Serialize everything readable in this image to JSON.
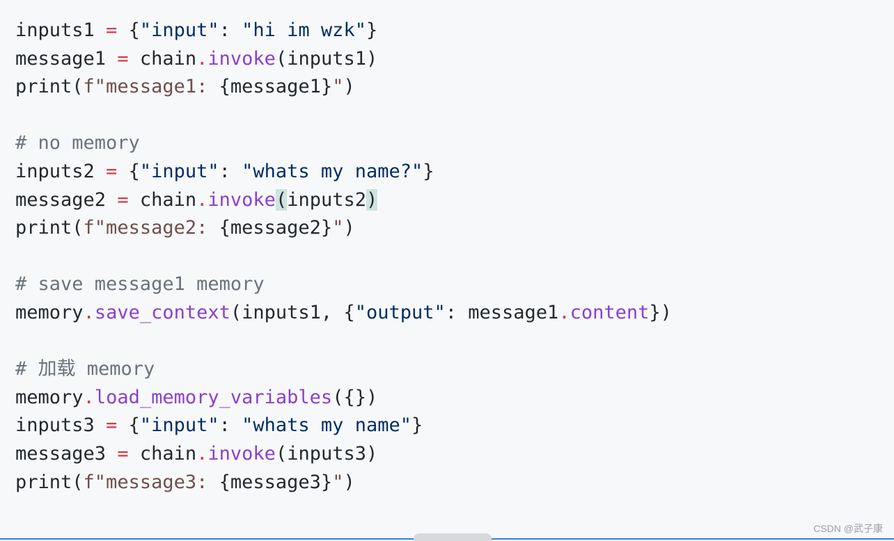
{
  "code_lines": [
    {
      "tokens": [
        {
          "text": "inputs1 ",
          "cls": "plain"
        },
        {
          "text": "=",
          "cls": "op"
        },
        {
          "text": " {",
          "cls": "plain"
        },
        {
          "text": "\"input\"",
          "cls": "str"
        },
        {
          "text": ": ",
          "cls": "plain"
        },
        {
          "text": "\"hi im wzk\"",
          "cls": "str"
        },
        {
          "text": "}",
          "cls": "plain"
        }
      ]
    },
    {
      "tokens": [
        {
          "text": "message1 ",
          "cls": "plain"
        },
        {
          "text": "=",
          "cls": "op"
        },
        {
          "text": " chain",
          "cls": "plain"
        },
        {
          "text": ".",
          "cls": "op"
        },
        {
          "text": "invoke",
          "cls": "fn"
        },
        {
          "text": "(inputs1)",
          "cls": "plain"
        }
      ]
    },
    {
      "tokens": [
        {
          "text": "print(",
          "cls": "plain"
        },
        {
          "text": "f\"message1: ",
          "cls": "fstr"
        },
        {
          "text": "{message1}",
          "cls": "plain"
        },
        {
          "text": "\"",
          "cls": "fstr"
        },
        {
          "text": ")",
          "cls": "plain"
        }
      ]
    },
    {
      "tokens": []
    },
    {
      "tokens": [
        {
          "text": "# no memory",
          "cls": "com"
        }
      ]
    },
    {
      "tokens": [
        {
          "text": "inputs2 ",
          "cls": "plain"
        },
        {
          "text": "=",
          "cls": "op"
        },
        {
          "text": " {",
          "cls": "plain"
        },
        {
          "text": "\"input\"",
          "cls": "str"
        },
        {
          "text": ": ",
          "cls": "plain"
        },
        {
          "text": "\"whats my name?\"",
          "cls": "str"
        },
        {
          "text": "}",
          "cls": "plain"
        }
      ]
    },
    {
      "tokens": [
        {
          "text": "message2 ",
          "cls": "plain"
        },
        {
          "text": "=",
          "cls": "op"
        },
        {
          "text": " chain",
          "cls": "plain"
        },
        {
          "text": ".",
          "cls": "op"
        },
        {
          "text": "invoke",
          "cls": "fn"
        },
        {
          "text": "(",
          "cls": "hl"
        },
        {
          "text": "inputs2",
          "cls": "plain"
        },
        {
          "text": ")",
          "cls": "hl"
        }
      ]
    },
    {
      "tokens": [
        {
          "text": "print(",
          "cls": "plain"
        },
        {
          "text": "f\"message2: ",
          "cls": "fstr"
        },
        {
          "text": "{message2}",
          "cls": "plain"
        },
        {
          "text": "\"",
          "cls": "fstr"
        },
        {
          "text": ")",
          "cls": "plain"
        }
      ]
    },
    {
      "tokens": []
    },
    {
      "tokens": [
        {
          "text": "# save message1 memory",
          "cls": "com"
        }
      ]
    },
    {
      "tokens": [
        {
          "text": "memory",
          "cls": "plain"
        },
        {
          "text": ".",
          "cls": "op"
        },
        {
          "text": "save_context",
          "cls": "fn"
        },
        {
          "text": "(inputs1, {",
          "cls": "plain"
        },
        {
          "text": "\"output\"",
          "cls": "str"
        },
        {
          "text": ": message1",
          "cls": "plain"
        },
        {
          "text": ".",
          "cls": "op"
        },
        {
          "text": "content",
          "cls": "fn"
        },
        {
          "text": "})",
          "cls": "plain"
        }
      ]
    },
    {
      "tokens": []
    },
    {
      "tokens": [
        {
          "text": "# 加载 memory",
          "cls": "com"
        }
      ]
    },
    {
      "tokens": [
        {
          "text": "memory",
          "cls": "plain"
        },
        {
          "text": ".",
          "cls": "op"
        },
        {
          "text": "load_memory_variables",
          "cls": "fn"
        },
        {
          "text": "({})",
          "cls": "plain"
        }
      ]
    },
    {
      "tokens": [
        {
          "text": "inputs3 ",
          "cls": "plain"
        },
        {
          "text": "=",
          "cls": "op"
        },
        {
          "text": " {",
          "cls": "plain"
        },
        {
          "text": "\"input\"",
          "cls": "str"
        },
        {
          "text": ": ",
          "cls": "plain"
        },
        {
          "text": "\"whats my name\"",
          "cls": "str"
        },
        {
          "text": "}",
          "cls": "plain"
        }
      ]
    },
    {
      "tokens": [
        {
          "text": "message3 ",
          "cls": "plain"
        },
        {
          "text": "=",
          "cls": "op"
        },
        {
          "text": " chain",
          "cls": "plain"
        },
        {
          "text": ".",
          "cls": "op"
        },
        {
          "text": "invoke",
          "cls": "fn"
        },
        {
          "text": "(inputs3)",
          "cls": "plain"
        }
      ]
    },
    {
      "tokens": [
        {
          "text": "print(",
          "cls": "plain"
        },
        {
          "text": "f\"message3: ",
          "cls": "fstr"
        },
        {
          "text": "{message3}",
          "cls": "plain"
        },
        {
          "text": "\"",
          "cls": "fstr"
        },
        {
          "text": ")",
          "cls": "plain"
        }
      ]
    }
  ],
  "watermark": "CSDN @武子康",
  "colors": {
    "keyword_operator": "#d73a49",
    "string": "#032f62",
    "function": "#8a3fd1",
    "fstring": "#6f4f4c",
    "comment": "#6a737d",
    "accent_line": "#2f83d8"
  }
}
